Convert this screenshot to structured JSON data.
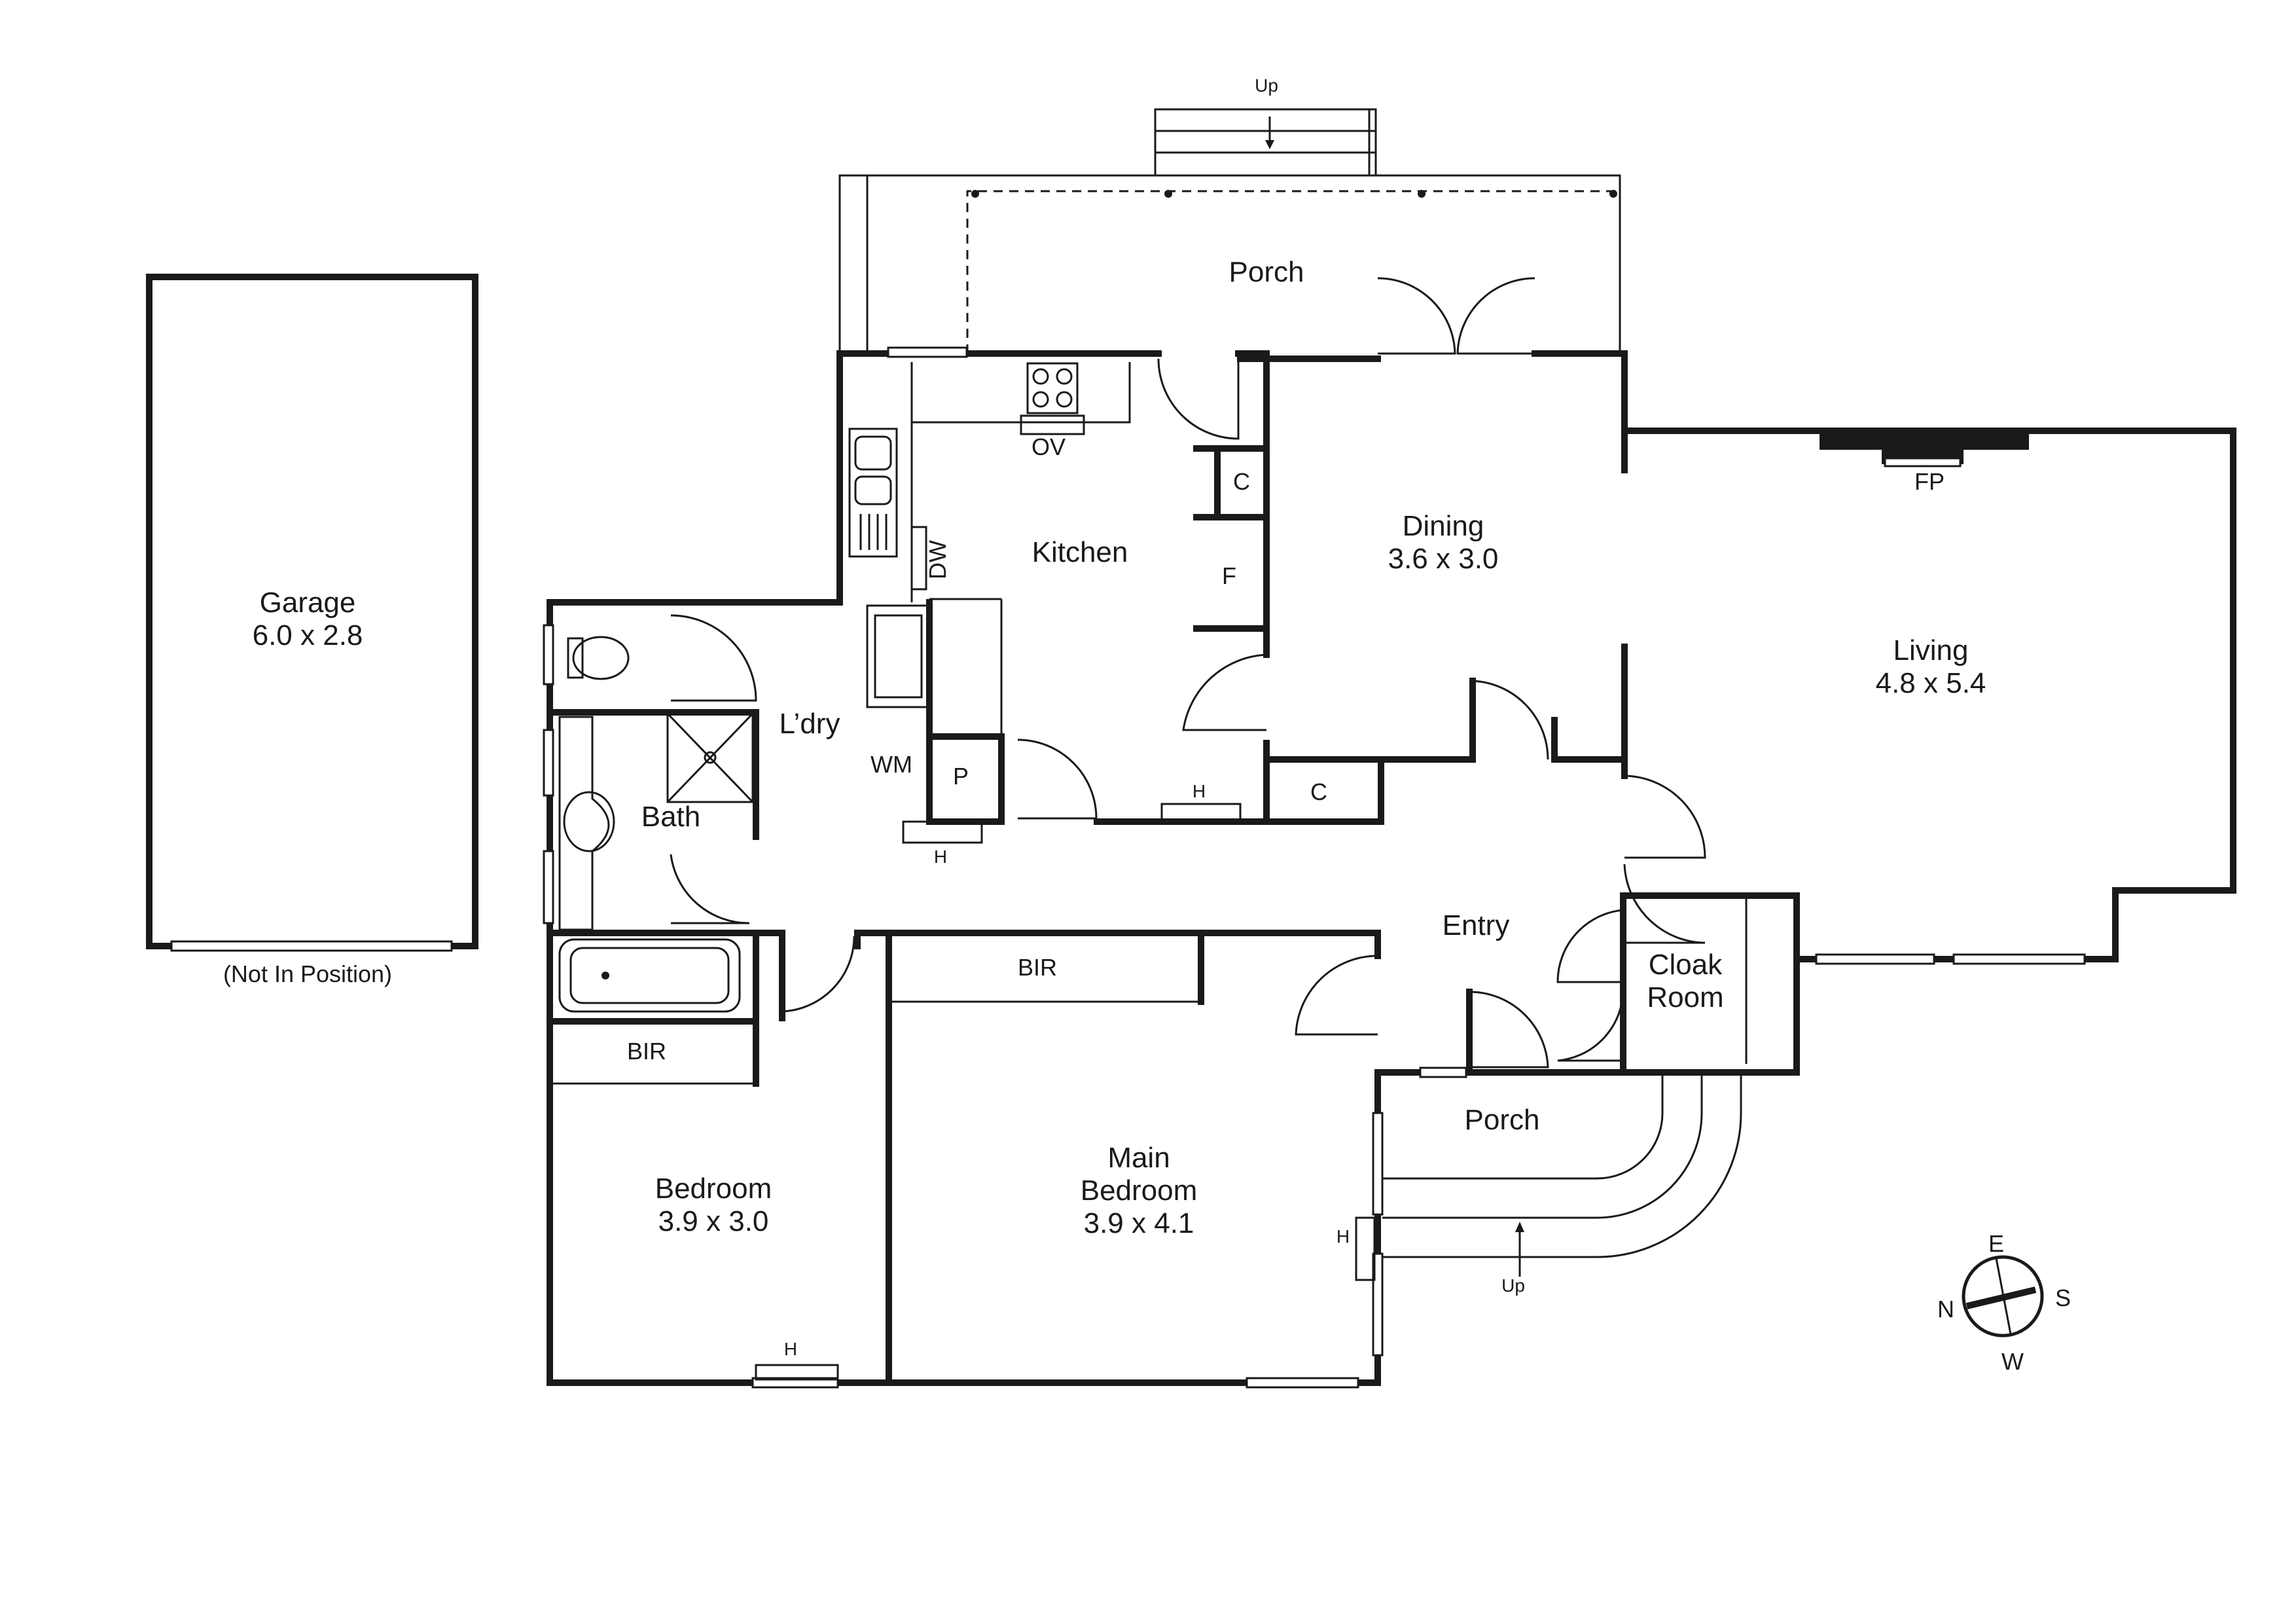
{
  "rooms": {
    "garage": {
      "name": "Garage",
      "size": "6.0 x 2.8",
      "note": "(Not In Position)"
    },
    "porch_rear": {
      "name": "Porch"
    },
    "kitchen": {
      "name": "Kitchen",
      "oven": "OV",
      "dishwasher": "DW",
      "fridge": "F",
      "cupboard": "C"
    },
    "dining": {
      "name": "Dining",
      "size": "3.6 x 3.0"
    },
    "living": {
      "name": "Living",
      "size": "4.8 x 5.4",
      "fireplace": "FP"
    },
    "laundry": {
      "name": "L’dry",
      "washing_machine": "WM",
      "pantry": "P",
      "heater": "H"
    },
    "bath": {
      "name": "Bath"
    },
    "hall": {
      "heater": "H",
      "cupboard": "C"
    },
    "entry": {
      "name": "Entry"
    },
    "cloak_room": {
      "name": "Cloak",
      "name2": "Room"
    },
    "bedroom": {
      "name": "Bedroom",
      "size": "3.9 x 3.0",
      "robe": "BIR",
      "heater": "H"
    },
    "main_bedroom": {
      "name": "Main",
      "name2": "Bedroom",
      "size": "3.9 x 4.1",
      "robe": "BIR",
      "heater": "H"
    },
    "porch_front": {
      "name": "Porch"
    }
  },
  "stairs": {
    "rear": "Up",
    "front": "Up"
  },
  "compass": {
    "north": "N",
    "east": "E",
    "south": "S",
    "west": "W"
  }
}
